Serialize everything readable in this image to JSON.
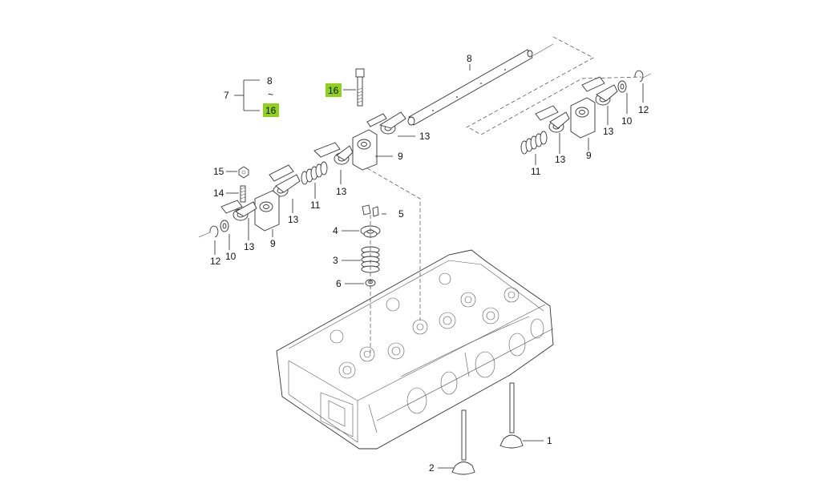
{
  "callouts": [
    {
      "id": "c-7",
      "text": "7",
      "highlight": false
    },
    {
      "id": "c-8-legend",
      "text": "8",
      "highlight": false
    },
    {
      "id": "c-tilde",
      "text": "~",
      "highlight": false
    },
    {
      "id": "c-16-legend",
      "text": "16",
      "highlight": true
    },
    {
      "id": "c-16-bolt",
      "text": "16",
      "highlight": true
    },
    {
      "id": "c-8-shaft",
      "text": "8",
      "highlight": false
    },
    {
      "id": "c-13-a",
      "text": "13",
      "highlight": false
    },
    {
      "id": "c-9-a",
      "text": "9",
      "highlight": false
    },
    {
      "id": "c-13-b",
      "text": "13",
      "highlight": false
    },
    {
      "id": "c-11-a",
      "text": "11",
      "highlight": false
    },
    {
      "id": "c-13-c",
      "text": "13",
      "highlight": false
    },
    {
      "id": "c-15",
      "text": "15",
      "highlight": false
    },
    {
      "id": "c-14",
      "text": "14",
      "highlight": false
    },
    {
      "id": "c-13-d",
      "text": "13",
      "highlight": false
    },
    {
      "id": "c-9-b",
      "text": "9",
      "highlight": false
    },
    {
      "id": "c-10-a",
      "text": "10",
      "highlight": false
    },
    {
      "id": "c-12-a",
      "text": "12",
      "highlight": false
    },
    {
      "id": "c-5",
      "text": "5",
      "highlight": false
    },
    {
      "id": "c-4",
      "text": "4",
      "highlight": false
    },
    {
      "id": "c-3",
      "text": "3",
      "highlight": false
    },
    {
      "id": "c-6",
      "text": "6",
      "highlight": false
    },
    {
      "id": "c-12-b",
      "text": "12",
      "highlight": false
    },
    {
      "id": "c-10-b",
      "text": "10",
      "highlight": false
    },
    {
      "id": "c-13-e",
      "text": "13",
      "highlight": false
    },
    {
      "id": "c-13-f",
      "text": "13",
      "highlight": false
    },
    {
      "id": "c-9-c",
      "text": "9",
      "highlight": false
    },
    {
      "id": "c-11-b",
      "text": "11",
      "highlight": false
    },
    {
      "id": "c-1",
      "text": "1",
      "highlight": false
    },
    {
      "id": "c-2",
      "text": "2",
      "highlight": false
    }
  ],
  "colors": {
    "highlight": "#8fd11c",
    "line": "#222222"
  }
}
